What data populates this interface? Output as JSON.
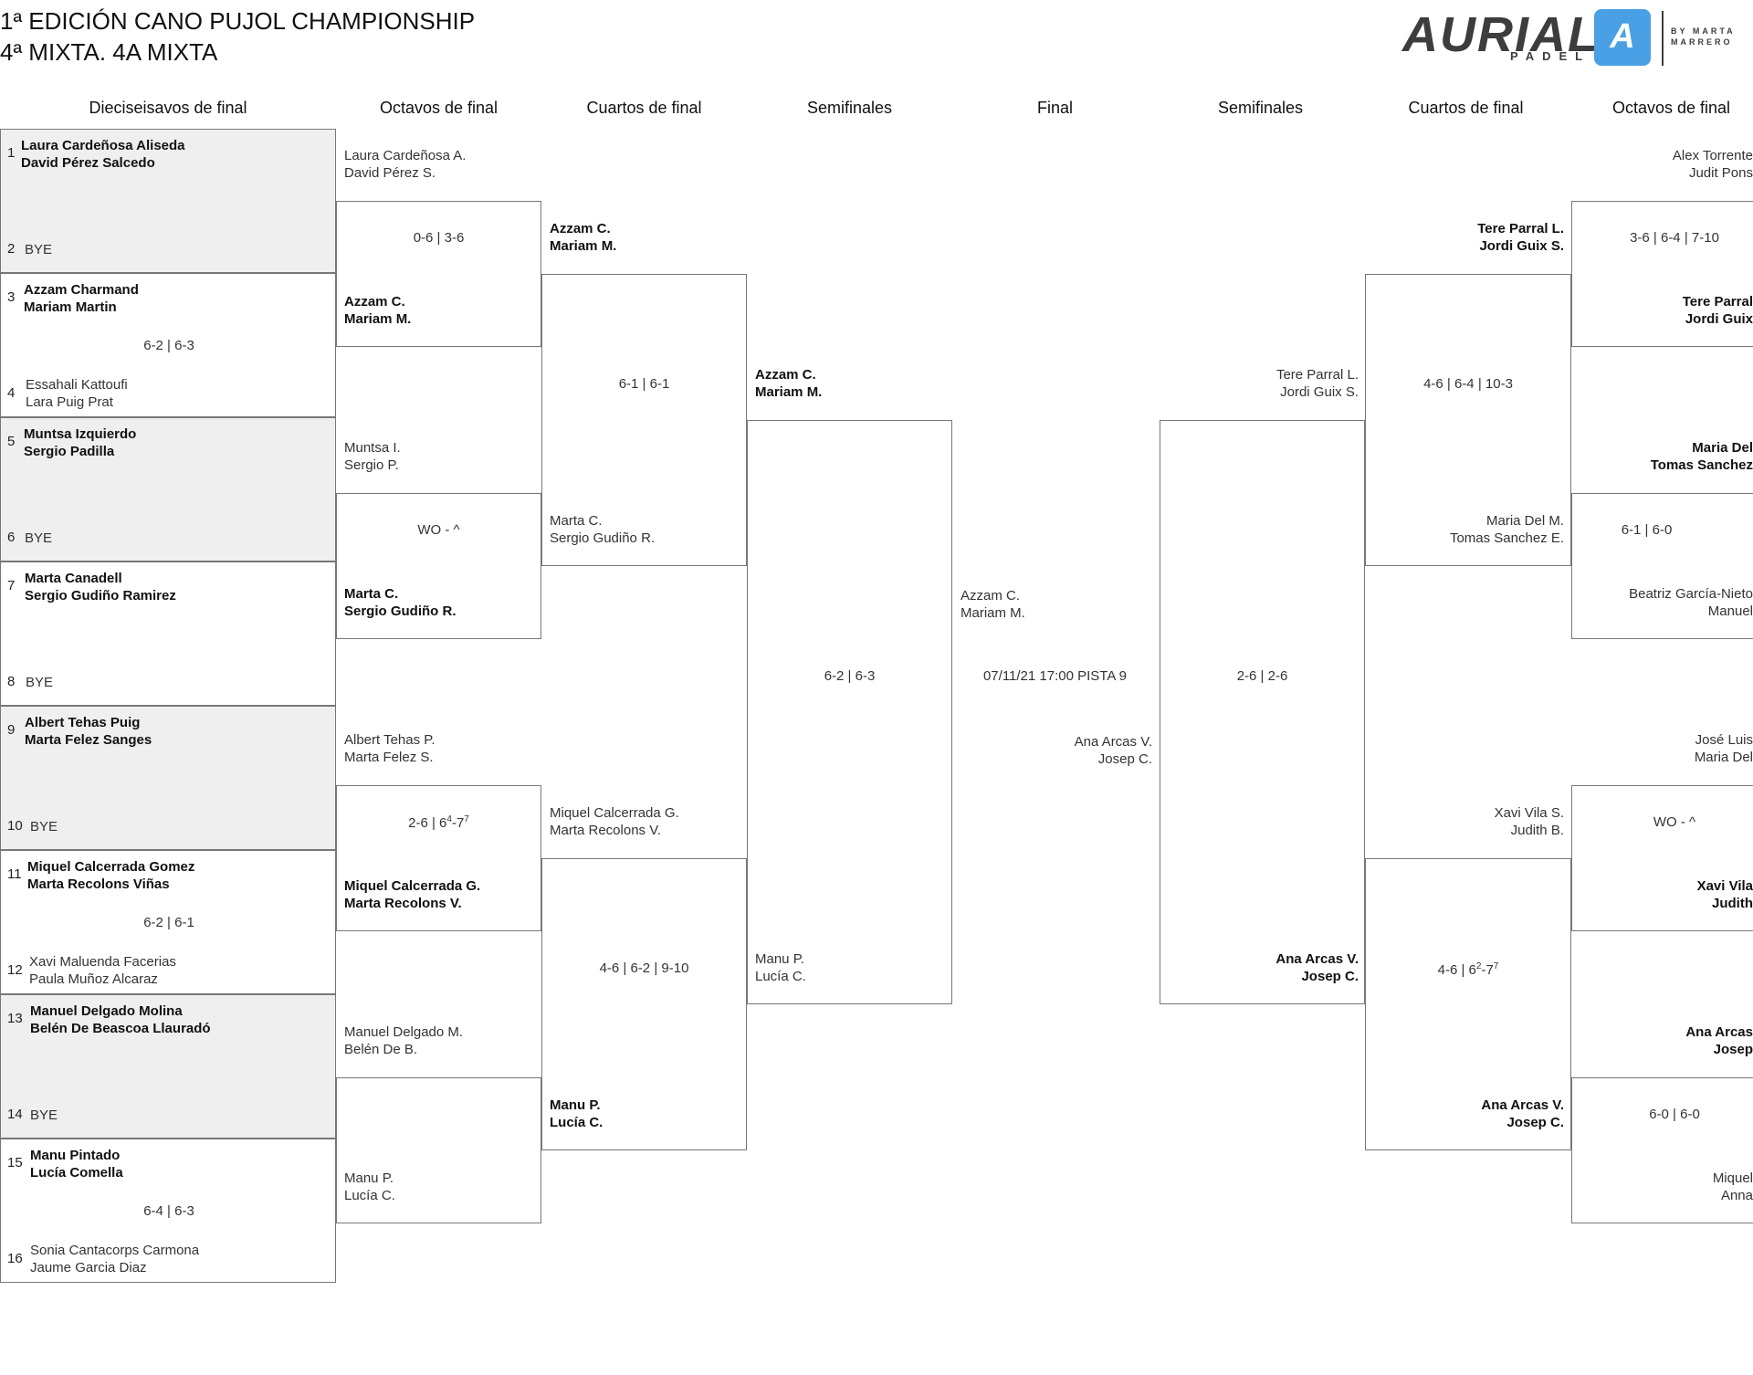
{
  "header": {
    "title_line1": "1ª EDICIÓN CANO PUJOL CHAMPIONSHIP",
    "title_line2": "4ª MIXTA. 4A MIXTA"
  },
  "logo": {
    "word": "AURIAL",
    "sub": "PADEL",
    "mark": "A",
    "by_line1": "BY MARTA",
    "by_line2": "MARRERO"
  },
  "columns": [
    "Dieciseisavos de final",
    "Octavos de final",
    "Cuartos de final",
    "Semifinales",
    "Final",
    "Semifinales",
    "Cuartos de final",
    "Octavos de final"
  ],
  "round32": [
    {
      "seed_a": "1",
      "a": [
        "Laura Cardeñosa Aliseda",
        "David Pérez Salcedo"
      ],
      "seed_b": "2",
      "b": [
        "BYE"
      ],
      "score": ""
    },
    {
      "seed_a": "3",
      "a": [
        "Azzam Charmand",
        "Mariam Martin"
      ],
      "seed_b": "4",
      "b": [
        "Essahali Kattoufi",
        "Lara Puig Prat"
      ],
      "score": "6-2 | 6-3"
    },
    {
      "seed_a": "5",
      "a": [
        "Muntsa Izquierdo",
        "Sergio Padilla"
      ],
      "seed_b": "6",
      "b": [
        "BYE"
      ],
      "score": ""
    },
    {
      "seed_a": "7",
      "a": [
        "Marta Canadell",
        "Sergio Gudiño Ramirez"
      ],
      "seed_b": "8",
      "b": [
        "BYE"
      ],
      "score": ""
    },
    {
      "seed_a": "9",
      "a": [
        "Albert Tehas Puig",
        "Marta Felez Sanges"
      ],
      "seed_b": "10",
      "b": [
        "BYE"
      ],
      "score": ""
    },
    {
      "seed_a": "11",
      "a": [
        "Miquel Calcerrada Gomez",
        "Marta Recolons Viñas"
      ],
      "seed_b": "12",
      "b": [
        "Xavi Maluenda Facerias",
        "Paula Muñoz Alcaraz"
      ],
      "score": "6-2 | 6-1"
    },
    {
      "seed_a": "13",
      "a": [
        "Manuel Delgado Molina",
        "Belén De Beascoa Llauradó"
      ],
      "seed_b": "14",
      "b": [
        "BYE"
      ],
      "score": ""
    },
    {
      "seed_a": "15",
      "a": [
        "Manu Pintado",
        "Lucía Comella"
      ],
      "seed_b": "16",
      "b": [
        "Sonia Cantacorps Carmona",
        "Jaume Garcia Diaz"
      ],
      "score": "6-4 | 6-3"
    }
  ],
  "left_r16": [
    {
      "a": [
        "Laura Cardeñosa A.",
        "David Pérez S."
      ],
      "score": "0-6 | 3-6",
      "b": [
        "Azzam C.",
        "Mariam M."
      ]
    },
    {
      "a": [
        "Muntsa I.",
        "Sergio P."
      ],
      "score": "WO - ^",
      "b": [
        "Marta C.",
        "Sergio Gudiño R."
      ]
    },
    {
      "a": [
        "Albert Tehas P.",
        "Marta Felez S."
      ],
      "score": "2-6 | 64-77",
      "b": [
        "Miquel Calcerrada G.",
        "Marta Recolons V."
      ]
    },
    {
      "a": [
        "Manuel Delgado M.",
        "Belén De B."
      ],
      "score": "",
      "b": [
        "Manu P.",
        "Lucía C."
      ]
    }
  ],
  "left_qf": [
    {
      "a": [
        "Azzam C.",
        "Mariam M."
      ],
      "score": "6-1 | 6-1",
      "b": [
        "Marta C.",
        "Sergio Gudiño R."
      ]
    },
    {
      "a": [
        "Miquel Calcerrada G.",
        "Marta Recolons V."
      ],
      "score": "4-6 | 6-2 | 9-10",
      "b": [
        "Manu P.",
        "Lucía C."
      ]
    }
  ],
  "left_sf": {
    "a": [
      "Azzam C.",
      "Mariam M."
    ],
    "score": "6-2 | 6-3",
    "b": [
      "Manu P.",
      "Lucía C."
    ]
  },
  "final": {
    "a": [
      "Azzam C.",
      "Mariam M."
    ],
    "info": "07/11/21 17:00 PISTA 9",
    "b": [
      "Ana Arcas V.",
      "Josep C."
    ]
  },
  "right_sf": {
    "a": [
      "Tere Parral L.",
      "Jordi Guix S."
    ],
    "score": "2-6 | 2-6",
    "b": [
      "Ana Arcas V.",
      "Josep C."
    ]
  },
  "right_qf": [
    {
      "a": [
        "Tere Parral L.",
        "Jordi Guix S."
      ],
      "score": "4-6 | 6-4 | 10-3",
      "b": [
        "Maria Del M.",
        "Tomas Sanchez E."
      ]
    },
    {
      "a": [
        "Xavi Vila S.",
        "Judith B."
      ],
      "score": "4-6 | 62-77",
      "b": [
        "Ana Arcas V.",
        "Josep C."
      ]
    }
  ],
  "right_r16": [
    {
      "a": [
        "Alex Torrente",
        "Judit Pons"
      ],
      "score": "3-6 | 6-4 | 7-10",
      "b": [
        "Tere Parral",
        "Jordi Guix"
      ]
    },
    {
      "a": [
        "Maria Del",
        "Tomas Sanchez"
      ],
      "score": "6-1 | 6-0",
      "b": [
        "Beatriz García-Nieto",
        "Manuel"
      ]
    },
    {
      "a": [
        "José Luis",
        "Maria Del"
      ],
      "score": "WO - ^",
      "b": [
        "Xavi Vila",
        "Judith"
      ]
    },
    {
      "a": [
        "Ana Arcas",
        "Josep"
      ],
      "score": "6-0 | 6-0",
      "b": [
        "Miquel",
        "Anna"
      ]
    }
  ]
}
